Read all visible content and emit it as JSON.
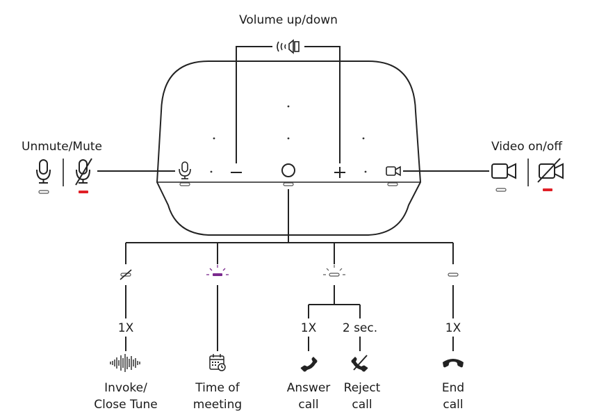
{
  "labels": {
    "volume": "Volume up/down",
    "unmute_mute": "Unmute/Mute",
    "video": "Video on/off"
  },
  "branches": {
    "invoke": {
      "count": "1X",
      "line1": "Invoke/",
      "line2": "Close Tune"
    },
    "meeting": {
      "line1": "Time of",
      "line2": "meeting"
    },
    "answer": {
      "count": "1X",
      "line1": "Answer",
      "line2": "call"
    },
    "reject": {
      "count": "2 sec.",
      "line1": "Reject",
      "line2": "call"
    },
    "end": {
      "count": "1X",
      "line1": "End",
      "line2": "call"
    }
  },
  "controls": {
    "minus": "−",
    "plus": "+"
  },
  "colors": {
    "mute_led": "#e01f26",
    "meeting_led": "#7b2a8e",
    "line": "#222222"
  },
  "icons": {
    "volume": "speaker-icon",
    "mic": "microphone-icon",
    "mic_muted": "microphone-muted-icon",
    "camera": "video-camera-icon",
    "camera_off": "video-camera-off-icon",
    "waveform": "waveform-icon",
    "calendar": "calendar-icon",
    "answer": "phone-answer-icon",
    "reject": "phone-reject-icon",
    "end": "phone-end-icon"
  }
}
